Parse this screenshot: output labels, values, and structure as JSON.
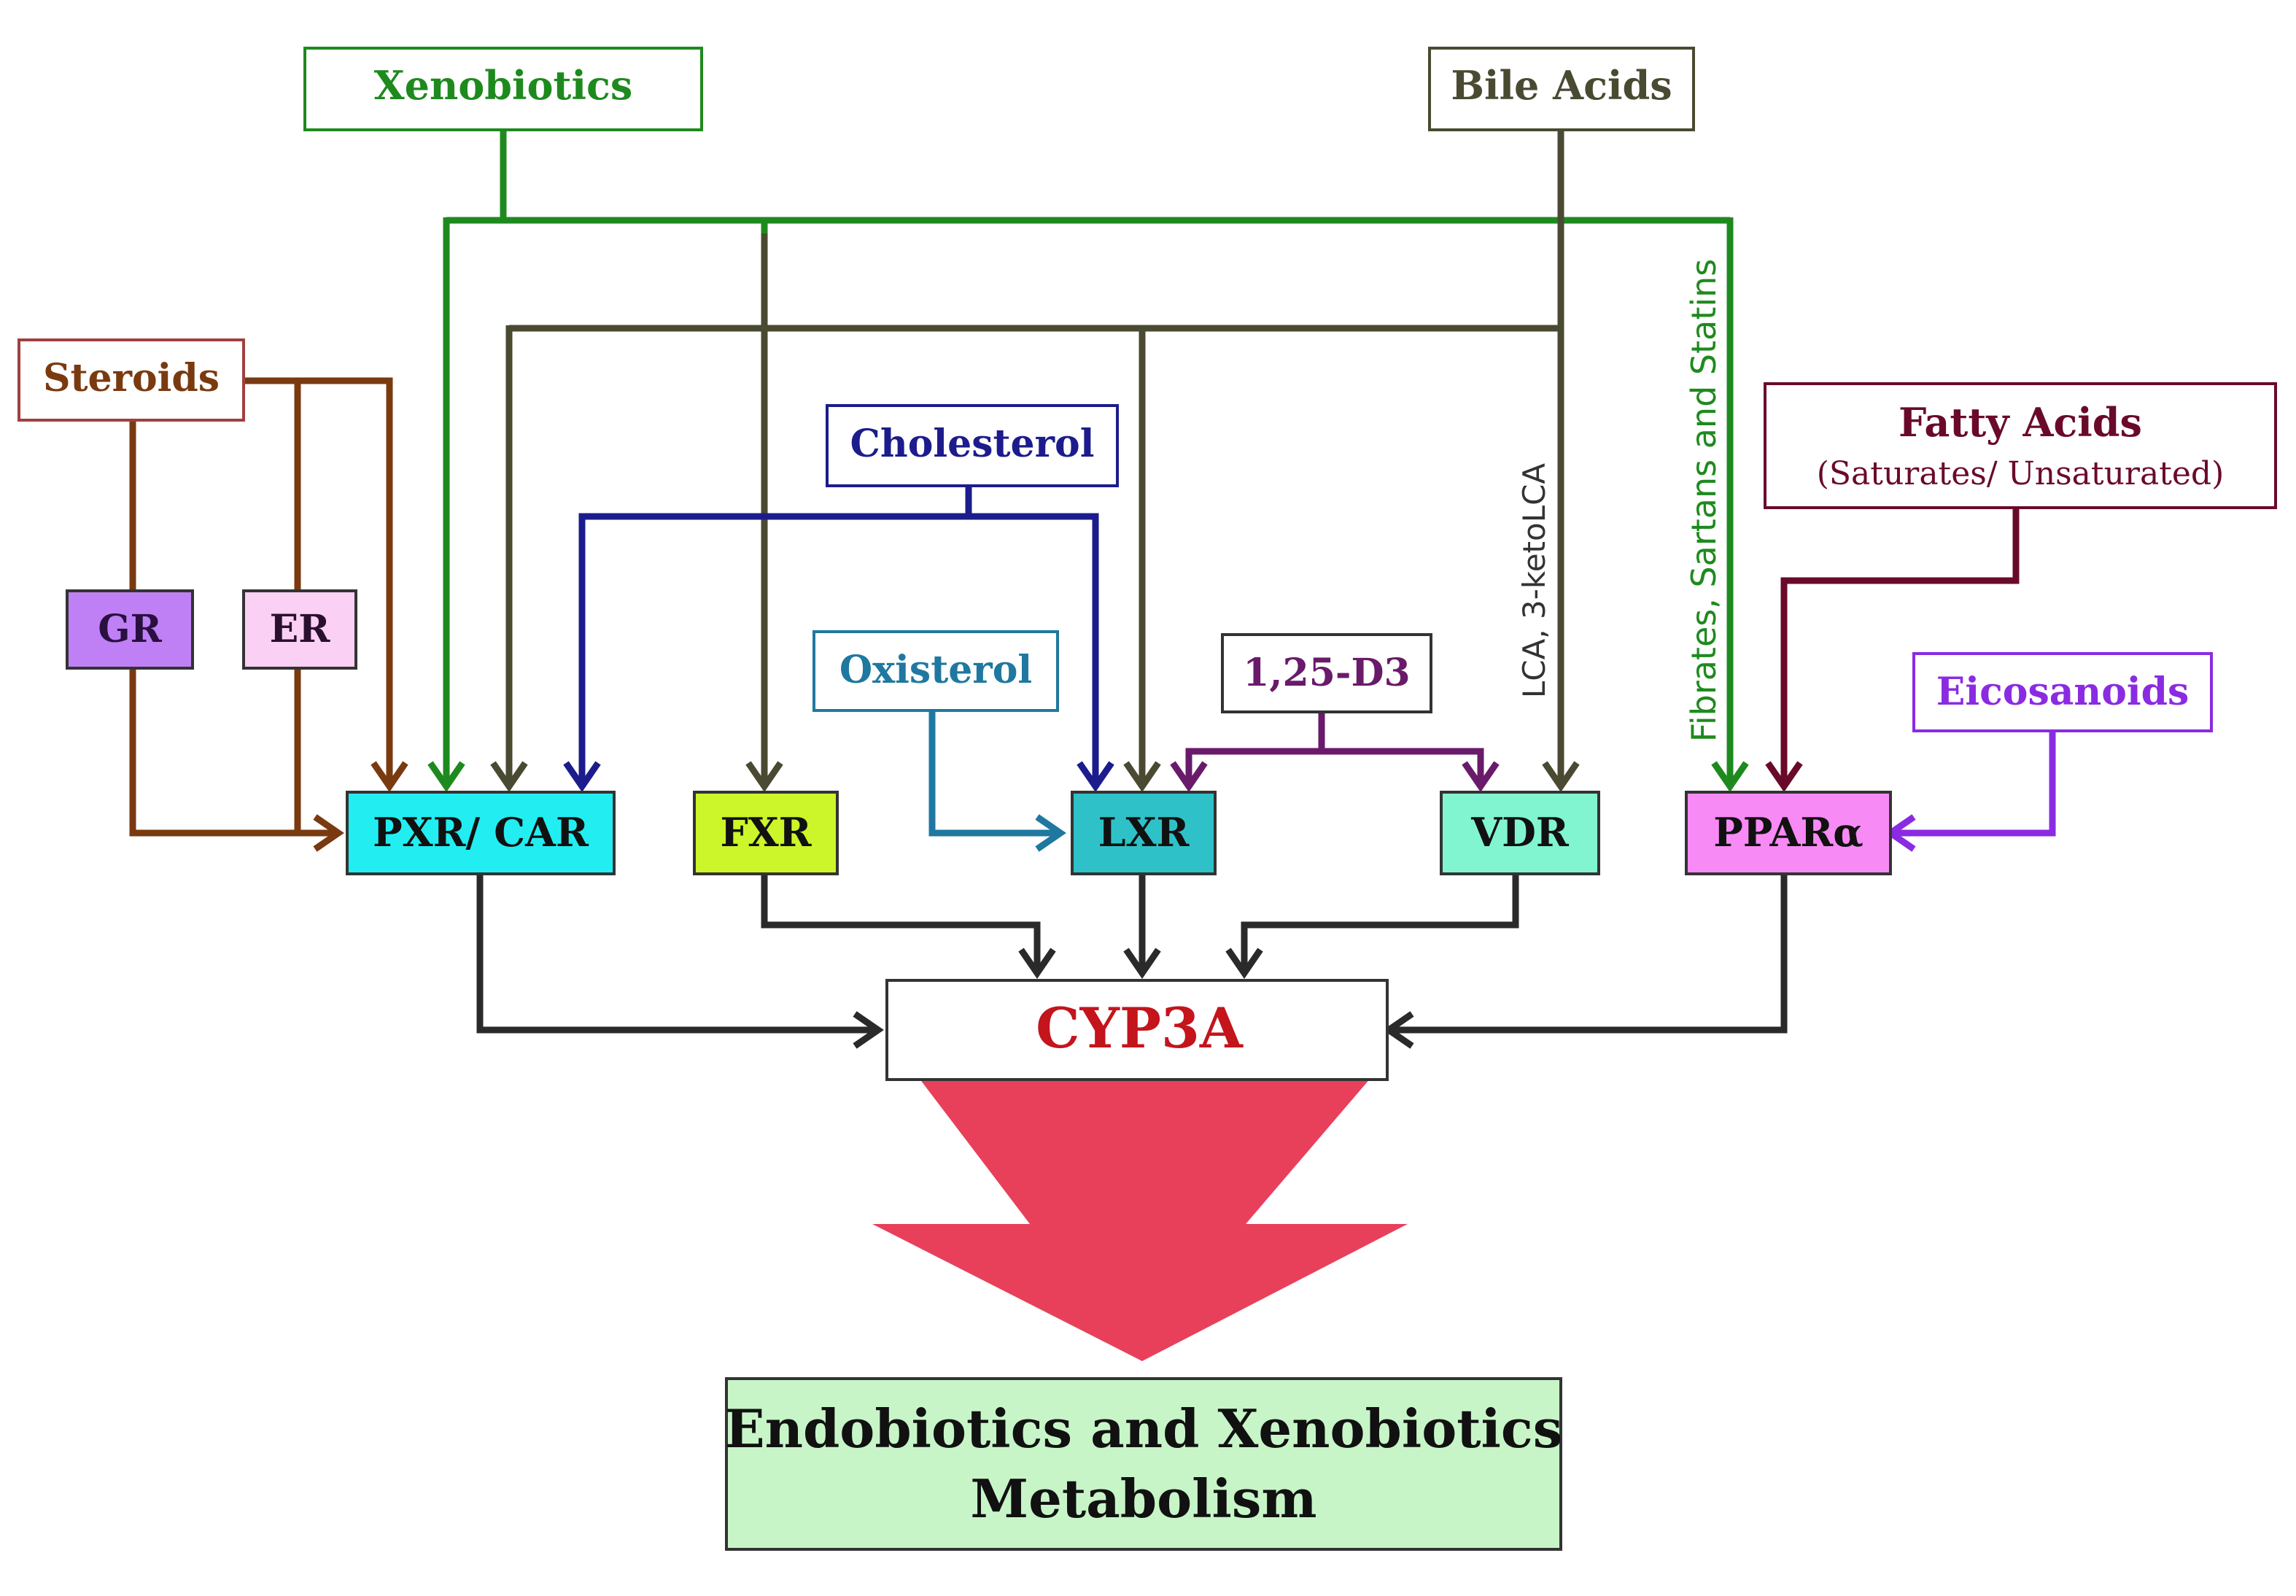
{
  "nodes": {
    "xenobiotics": "Xenobiotics",
    "bile_acids": "Bile Acids",
    "steroids": "Steroids",
    "gr": "GR",
    "er": "ER",
    "cholesterol": "Cholesterol",
    "oxisterol": "Oxisterol",
    "d3": "1,25-D3",
    "fatty_acids": "Fatty Acids",
    "fatty_acids_sub": "(Saturates/ Unsaturated)",
    "eicosanoids": "Eicosanoids",
    "pxr_car": "PXR/ CAR",
    "fxr": "FXR",
    "lxr": "LXR",
    "vdr": "VDR",
    "ppar": "PPARα",
    "cyp3a": "CYP3A",
    "outcome_line1": "Endobiotics and Xenobiotics",
    "outcome_line2": "Metabolism"
  },
  "labels": {
    "lca": "LCA, 3-ketoLCA",
    "fibrates": "Fibrates, Sartans and Statins"
  },
  "colors": {
    "xenobiotics": "#1e8a1e",
    "bile_acids": "#4a4a32",
    "steroids": "#7a3a10",
    "cholesterol": "#1c1c8c",
    "oxisterol": "#1f78a0",
    "d3": "#6a1a6a",
    "fatty_acids": "#6a0a2a",
    "eicosanoids": "#8a2be2",
    "receptor_out": "#2a2a2a",
    "cyp3a_text": "#c4141c",
    "big_arrow": "#e8405a",
    "pxr_fill": "#22eef2",
    "fxr_fill": "#ccf52a",
    "lxr_fill": "#2ec2c8",
    "vdr_fill": "#80f5d0",
    "ppar_fill": "#f78af5",
    "gr_fill": "#c080f5",
    "er_fill": "#fbd0f5",
    "outcome_fill": "#c8f5c8"
  }
}
